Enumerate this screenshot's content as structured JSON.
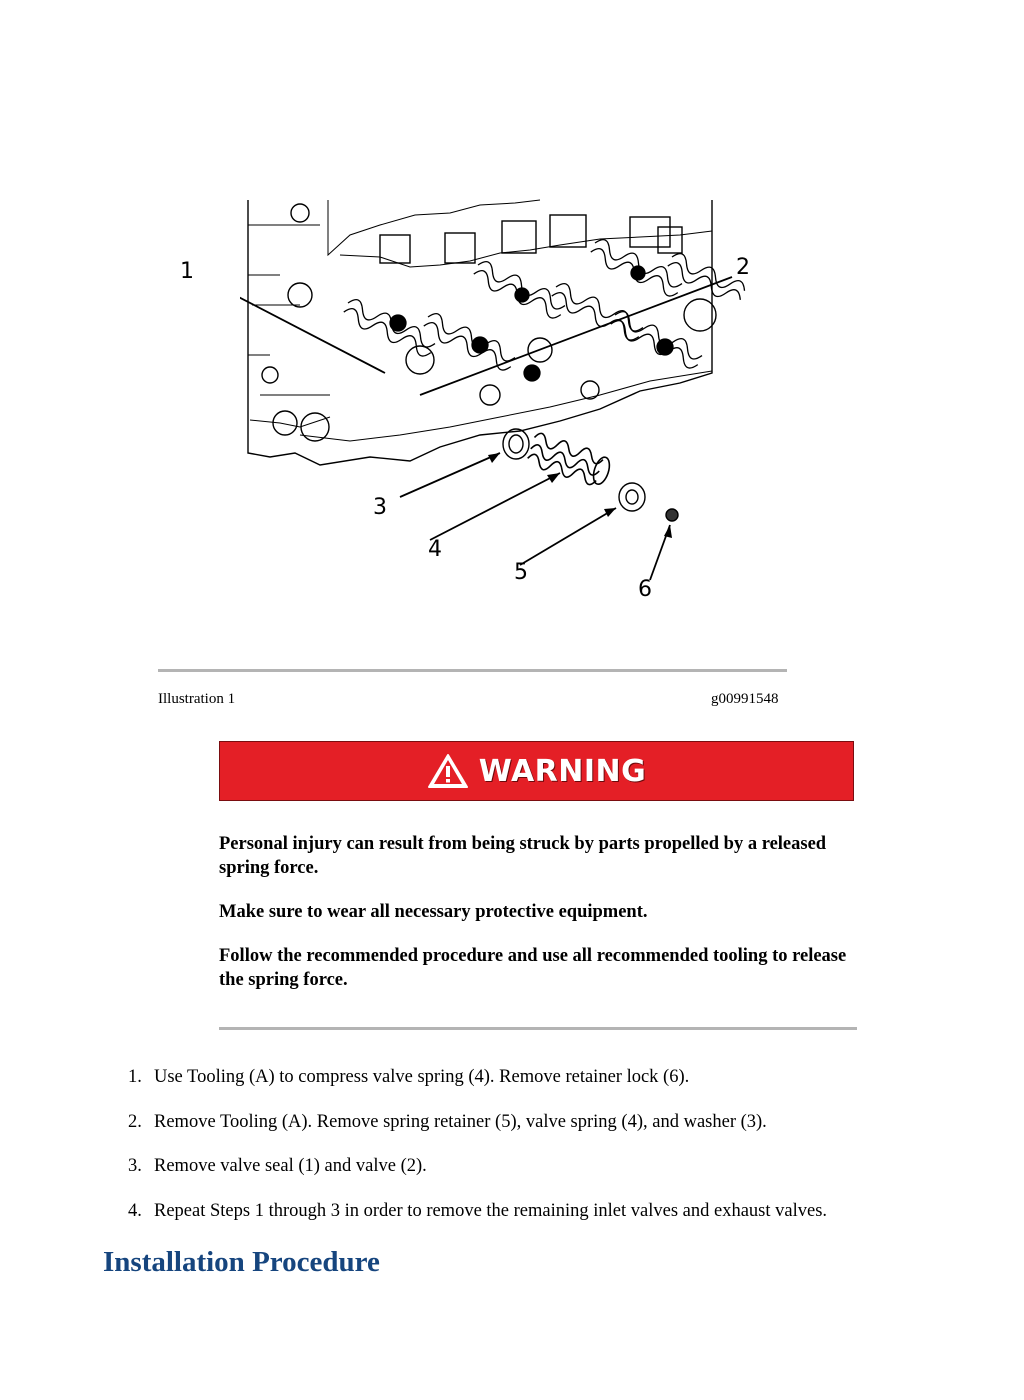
{
  "figure": {
    "callouts": [
      "1",
      "2",
      "3",
      "4",
      "5",
      "6"
    ]
  },
  "caption": {
    "label": "Illustration 1",
    "id": "g00991548"
  },
  "warning": {
    "banner_text": "WARNING",
    "paragraphs": [
      "Personal injury can result from being struck by parts propelled by a released spring force.",
      "Make sure to wear all necessary protective equipment.",
      "Follow the recommended procedure and use all recommended tooling to release the spring force."
    ]
  },
  "steps": [
    {
      "number": "1.",
      "text": "Use Tooling (A) to compress valve spring (4). Remove retainer lock (6)."
    },
    {
      "number": "2.",
      "text": "Remove Tooling (A). Remove spring retainer (5), valve spring (4), and washer (3)."
    },
    {
      "number": "3.",
      "text": "Remove valve seal (1) and valve (2)."
    },
    {
      "number": "4.",
      "text": "Repeat Steps 1 through 3 in order to remove the remaining inlet valves and exhaust valves."
    }
  ],
  "section_heading": "Installation Procedure",
  "colors": {
    "warning_red": "#e41f26",
    "heading_blue": "#16457e",
    "rule_gray": "#b4b4b4"
  }
}
